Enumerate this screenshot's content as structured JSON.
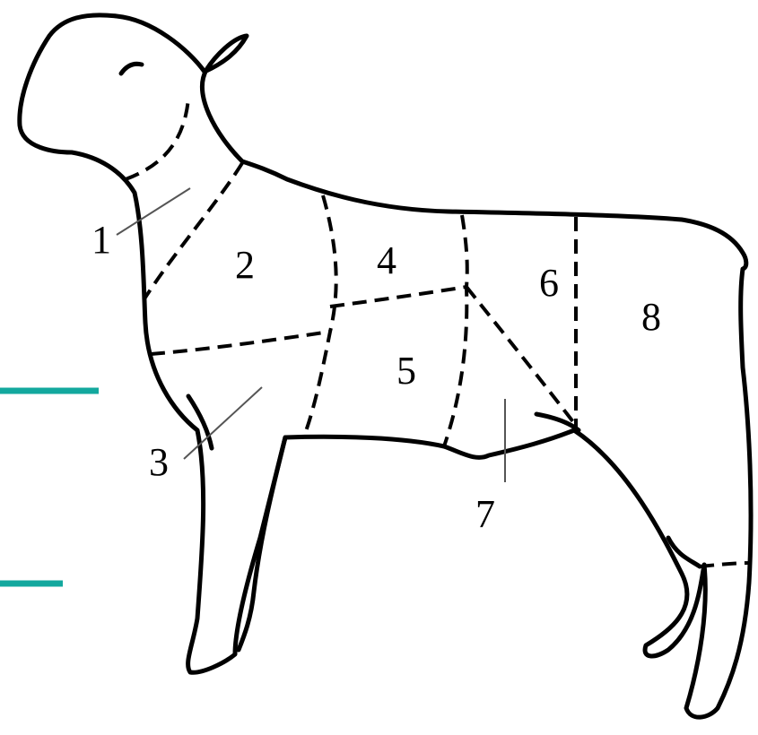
{
  "diagram": {
    "labels": [
      "1",
      "2",
      "3",
      "4",
      "5",
      "6",
      "7",
      "8"
    ],
    "accent_color": "#13a89e",
    "line_color": "#000000"
  }
}
